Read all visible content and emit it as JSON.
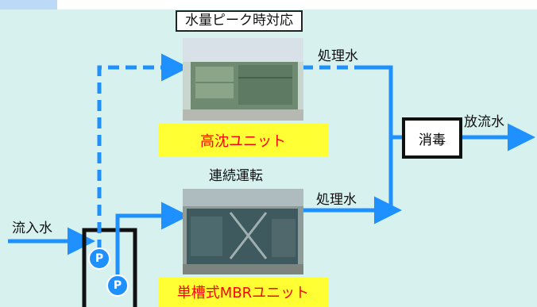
{
  "labels": {
    "peak": "水量ピーク時対応",
    "continuous": "連続運転",
    "treated_top": "処理水",
    "treated_bottom": "処理水",
    "inflow": "流入水",
    "effluent": "放流水",
    "disinfection": "消毒",
    "unit_top": "高沈ユニット",
    "unit_bottom": "単槽式MBRユニット",
    "pump": "P"
  },
  "colors": {
    "background": "#d7f1ee",
    "flow_arrow": "#1e90ff",
    "highlight_box": "#ffff33",
    "highlight_text": "#ff0000"
  }
}
